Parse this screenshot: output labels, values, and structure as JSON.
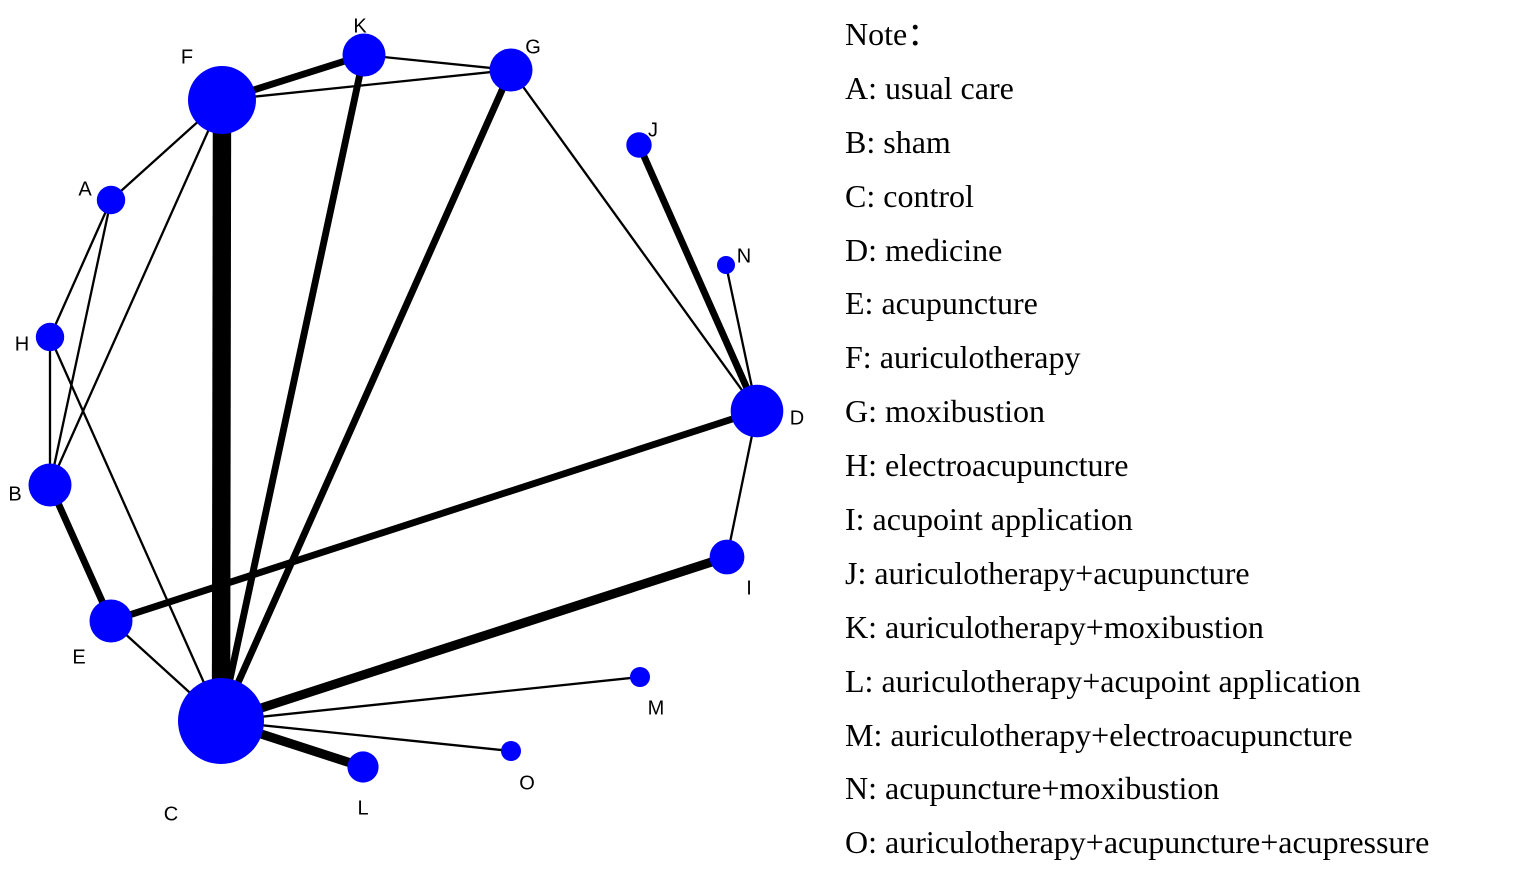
{
  "colors": {
    "node": "#0000ff",
    "edge": "#000000",
    "background": "#ffffff"
  },
  "nodes": [
    {
      "id": "A",
      "size": 1
    },
    {
      "id": "B",
      "size": 2
    },
    {
      "id": "C",
      "size": 8
    },
    {
      "id": "D",
      "size": 3
    },
    {
      "id": "E",
      "size": 2
    },
    {
      "id": "F",
      "size": 5
    },
    {
      "id": "G",
      "size": 2
    },
    {
      "id": "H",
      "size": 1
    },
    {
      "id": "I",
      "size": 1.5
    },
    {
      "id": "J",
      "size": 0.8
    },
    {
      "id": "K",
      "size": 2
    },
    {
      "id": "L",
      "size": 1.2
    },
    {
      "id": "M",
      "size": 0.5
    },
    {
      "id": "N",
      "size": 0.4
    },
    {
      "id": "O",
      "size": 0.5
    }
  ],
  "edges": [
    {
      "source": "F",
      "target": "C",
      "weight": 8
    },
    {
      "source": "F",
      "target": "K",
      "weight": 3
    },
    {
      "source": "F",
      "target": "G",
      "weight": 1
    },
    {
      "source": "K",
      "target": "G",
      "weight": 1
    },
    {
      "source": "F",
      "target": "A",
      "weight": 1
    },
    {
      "source": "F",
      "target": "B",
      "weight": 1
    },
    {
      "source": "A",
      "target": "H",
      "weight": 1
    },
    {
      "source": "A",
      "target": "B",
      "weight": 1
    },
    {
      "source": "H",
      "target": "B",
      "weight": 1
    },
    {
      "source": "H",
      "target": "C",
      "weight": 1
    },
    {
      "source": "B",
      "target": "E",
      "weight": 3
    },
    {
      "source": "E",
      "target": "C",
      "weight": 1
    },
    {
      "source": "E",
      "target": "D",
      "weight": 3
    },
    {
      "source": "K",
      "target": "C",
      "weight": 3
    },
    {
      "source": "G",
      "target": "C",
      "weight": 3
    },
    {
      "source": "G",
      "target": "D",
      "weight": 1
    },
    {
      "source": "J",
      "target": "D",
      "weight": 3
    },
    {
      "source": "N",
      "target": "D",
      "weight": 1
    },
    {
      "source": "D",
      "target": "I",
      "weight": 1
    },
    {
      "source": "I",
      "target": "C",
      "weight": 4
    },
    {
      "source": "C",
      "target": "M",
      "weight": 1
    },
    {
      "source": "C",
      "target": "O",
      "weight": 1
    },
    {
      "source": "C",
      "target": "L",
      "weight": 4
    }
  ],
  "legend": {
    "title": "Note：",
    "items": [
      "A: usual care",
      "B: sham",
      "C: control",
      "D: medicine",
      "E: acupuncture",
      "F: auriculotherapy",
      "G: moxibustion",
      "H: electroacupuncture",
      "I: acupoint application",
      "J: auriculotherapy+acupuncture",
      "K: auriculotherapy+moxibustion",
      "L: auriculotherapy+acupoint application",
      "M: auriculotherapy+electroacupuncture",
      "N: acupuncture+moxibustion",
      "O: auriculotherapy+acupuncture+acupressure"
    ]
  }
}
